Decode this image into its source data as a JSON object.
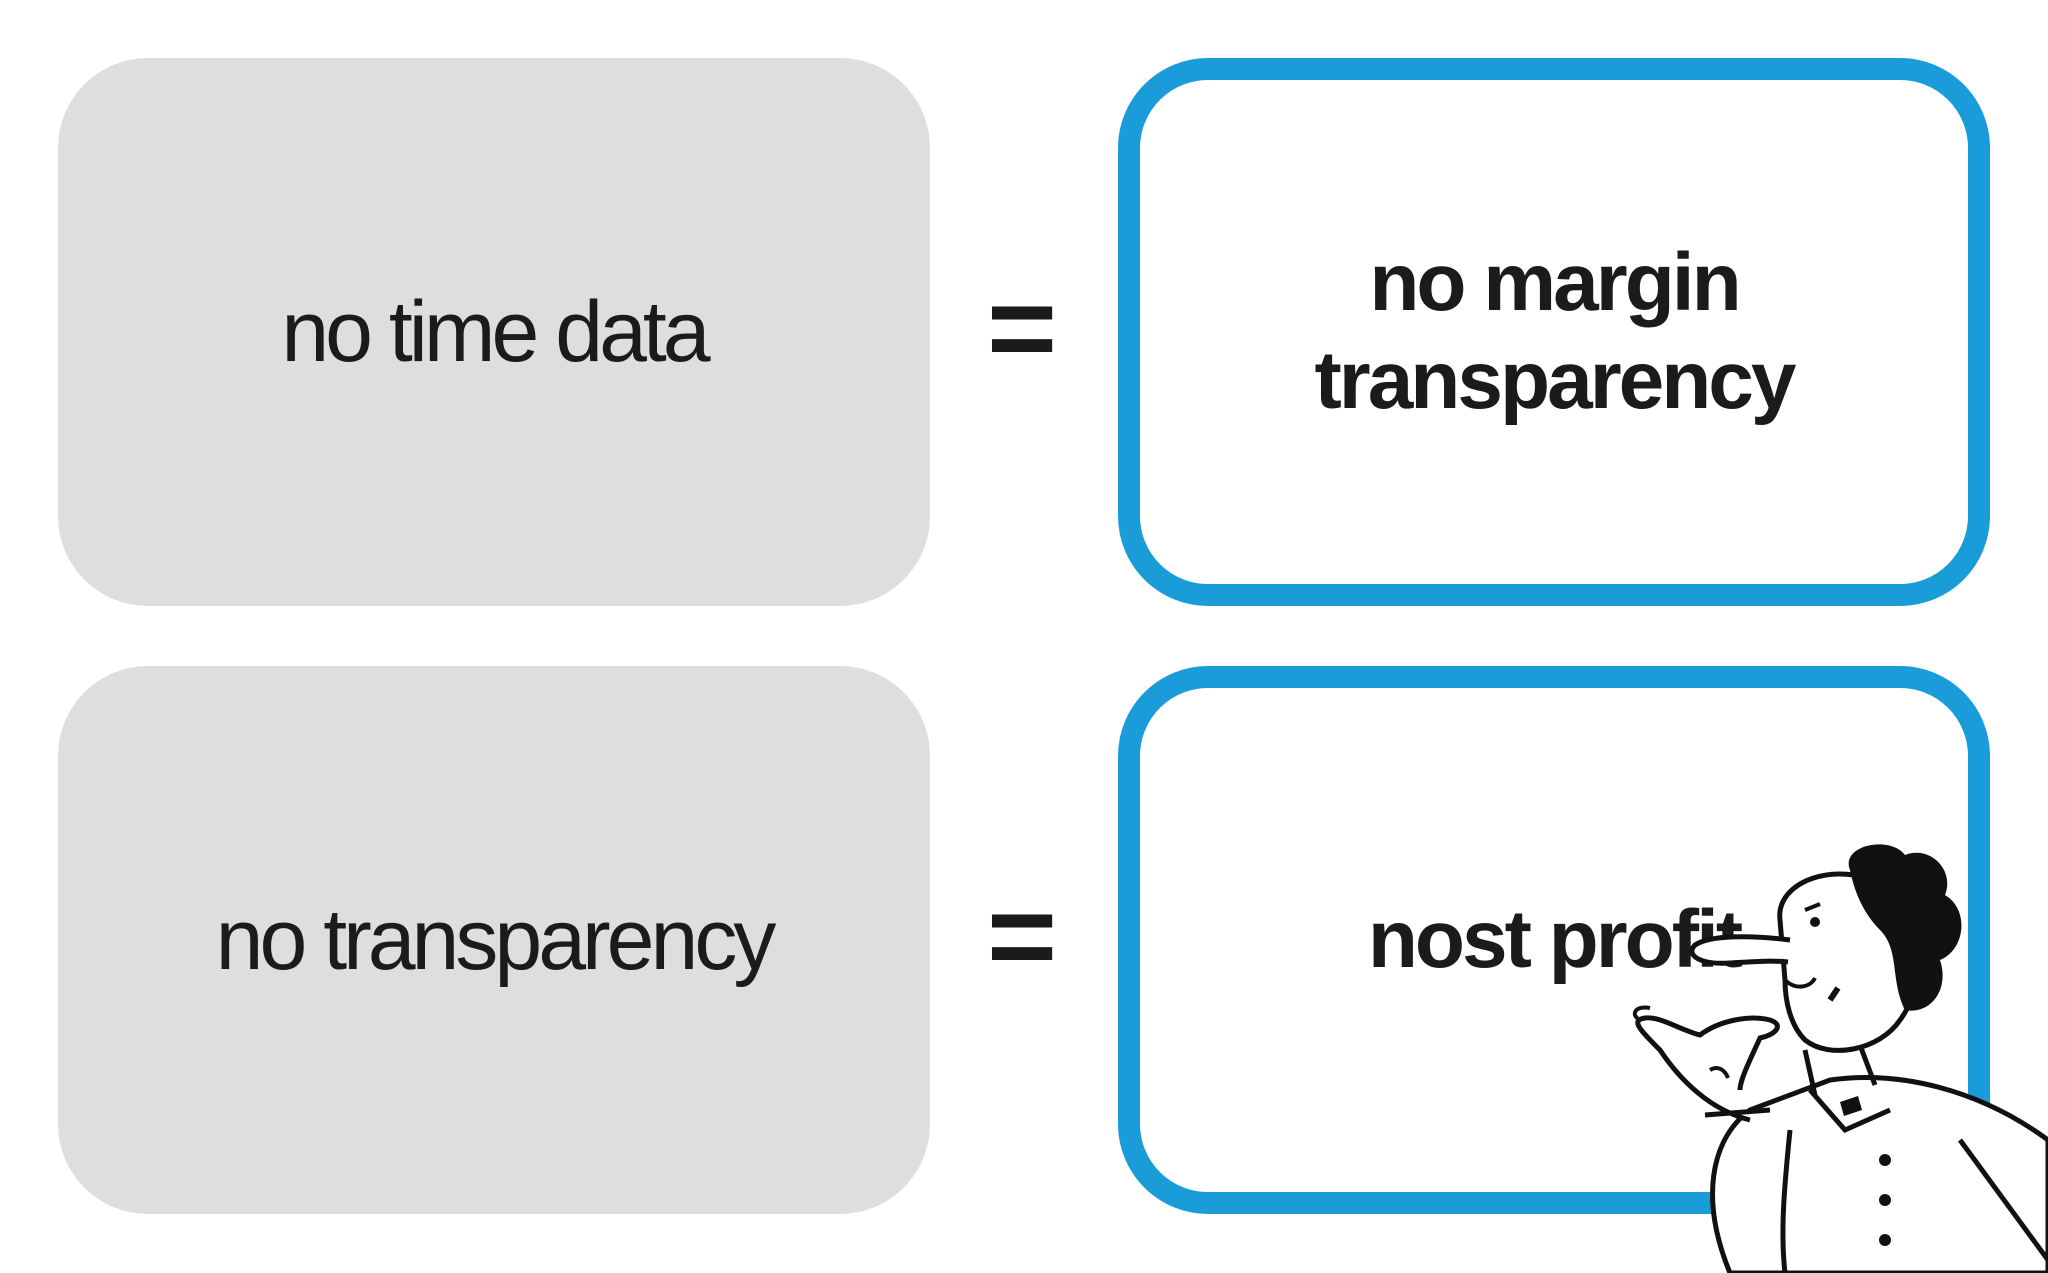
{
  "rows": [
    {
      "left": "no time data",
      "operator": "=",
      "right": "no margin\ntransparency"
    },
    {
      "left": "no transparency",
      "operator": "=",
      "right": "nost profit"
    }
  ],
  "colors": {
    "left_box": "#dedede",
    "right_border": "#1a9cd8",
    "text": "#1b1b1b",
    "background": "#ffffff"
  },
  "icons": {
    "illustration": "person-pointing-icon"
  }
}
